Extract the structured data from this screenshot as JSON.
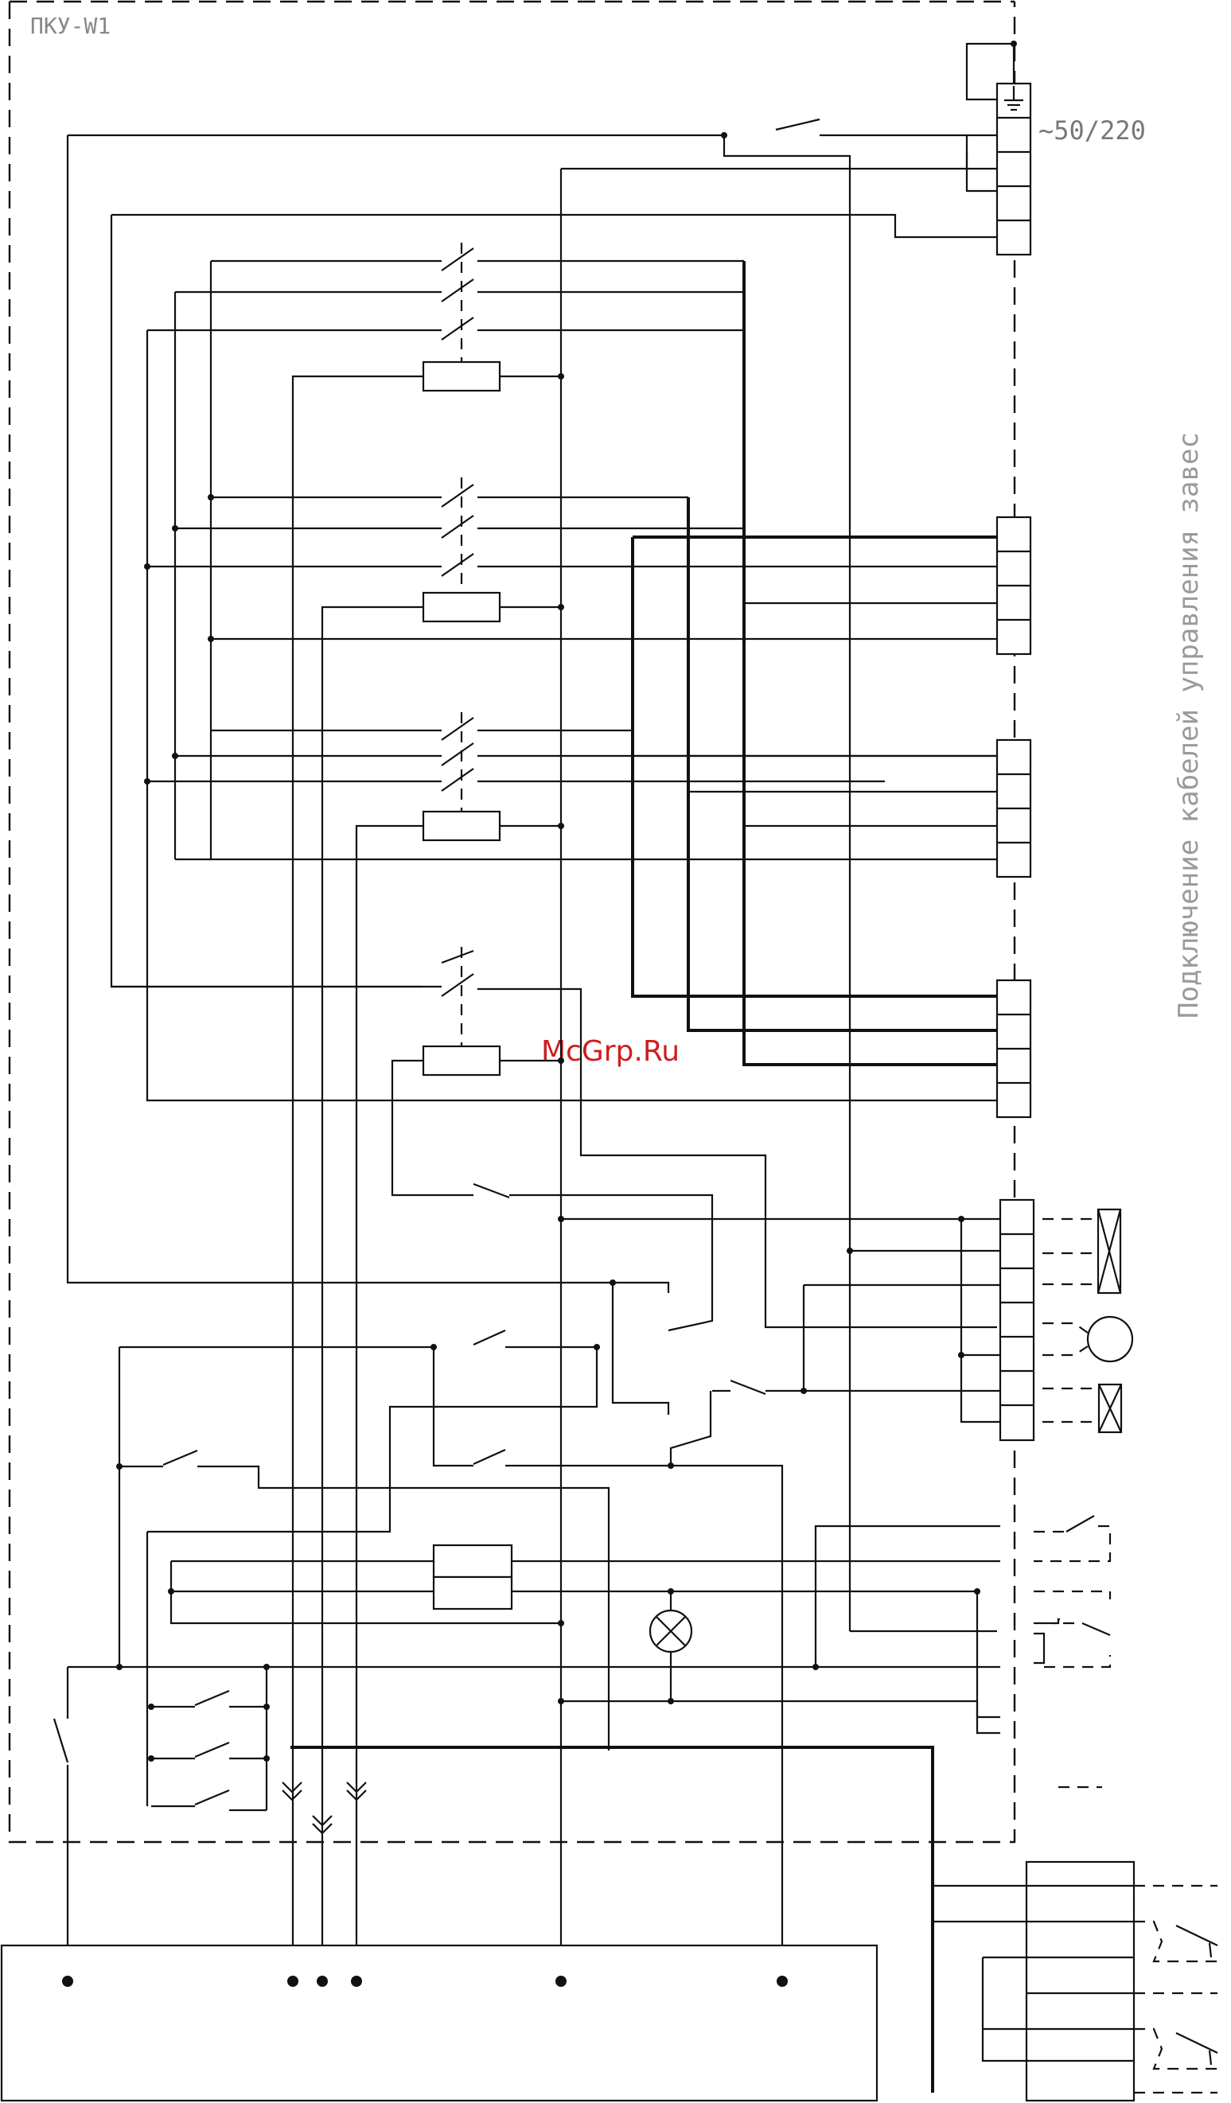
{
  "labels": {
    "block_name": "ПКУ-W1",
    "supply": "~50/220",
    "side_caption": "Подключение кабелей управления завес",
    "watermark": "McGrp.Ru"
  },
  "colors": {
    "ink": "#111111",
    "caption": "#9a9a9a",
    "watermark": "#cc1f1f",
    "background": "#ffffff"
  }
}
